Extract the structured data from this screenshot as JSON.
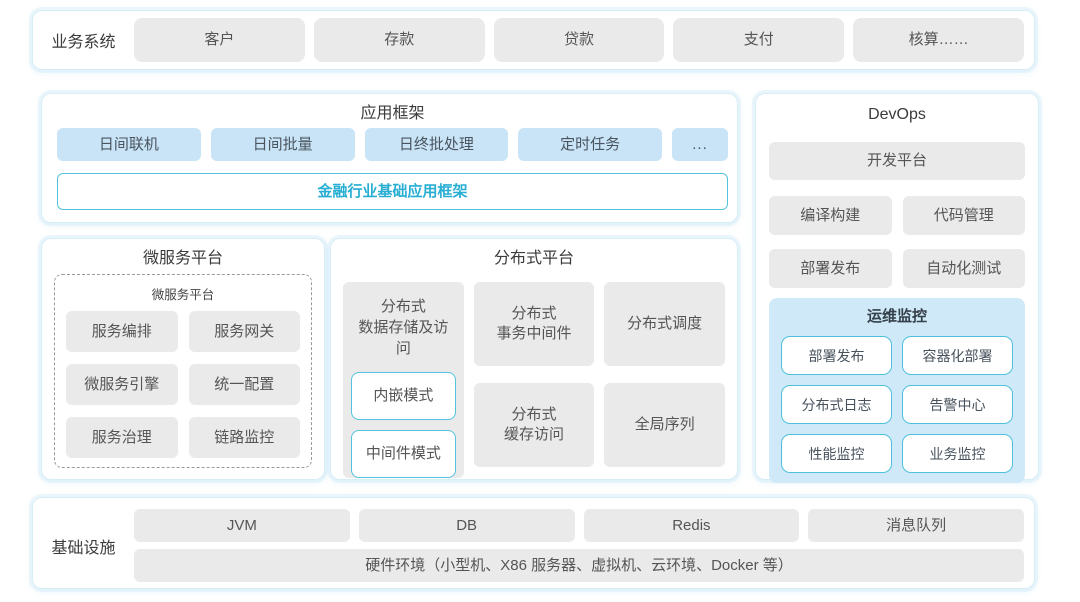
{
  "colors": {
    "panel_border": "#d7eef6",
    "panel_glow": "#cbe9f6",
    "gray_box_bg": "#eaeaea",
    "blue_box_bg": "#c8e4f6",
    "monitor_bg": "#cfe9f8",
    "cyan_border": "#54c2de",
    "cyan_text": "#29aed3"
  },
  "business": {
    "label": "业务系统",
    "items": [
      "客户",
      "存款",
      "贷款",
      "支付",
      "核算……"
    ]
  },
  "app_framework": {
    "title": "应用框架",
    "items": [
      "日间联机",
      "日间批量",
      "日终批处理",
      "定时任务",
      "..."
    ],
    "base_framework": "金融行业基础应用框架"
  },
  "devops": {
    "title": "DevOps",
    "platform": "开发平台",
    "items": [
      "编译构建",
      "代码管理",
      "部署发布",
      "自动化测试"
    ],
    "monitor": {
      "title": "运维监控",
      "items": [
        "部署发布",
        "容器化部署",
        "分布式日志",
        "告警中心",
        "性能监控",
        "业务监控"
      ]
    }
  },
  "microservice": {
    "title": "微服务平台",
    "inner_title": "微服务平台",
    "items": [
      "服务编排",
      "服务网关",
      "微服务引擎",
      "统一配置",
      "服务治理",
      "链路监控"
    ]
  },
  "distributed": {
    "title": "分布式平台",
    "storage": {
      "label": "分布式\n数据存储及访问",
      "modes": [
        "内嵌模式",
        "中间件模式"
      ]
    },
    "cells": {
      "transaction": "分布式\n事务中间件",
      "scheduling": "分布式调度",
      "cache": "分布式\n缓存访问",
      "sequence": "全局序列"
    }
  },
  "infrastructure": {
    "label": "基础设施",
    "items": [
      "JVM",
      "DB",
      "Redis",
      "消息队列"
    ],
    "hardware": "硬件环境（小型机、X86 服务器、虚拟机、云环境、Docker 等）"
  }
}
